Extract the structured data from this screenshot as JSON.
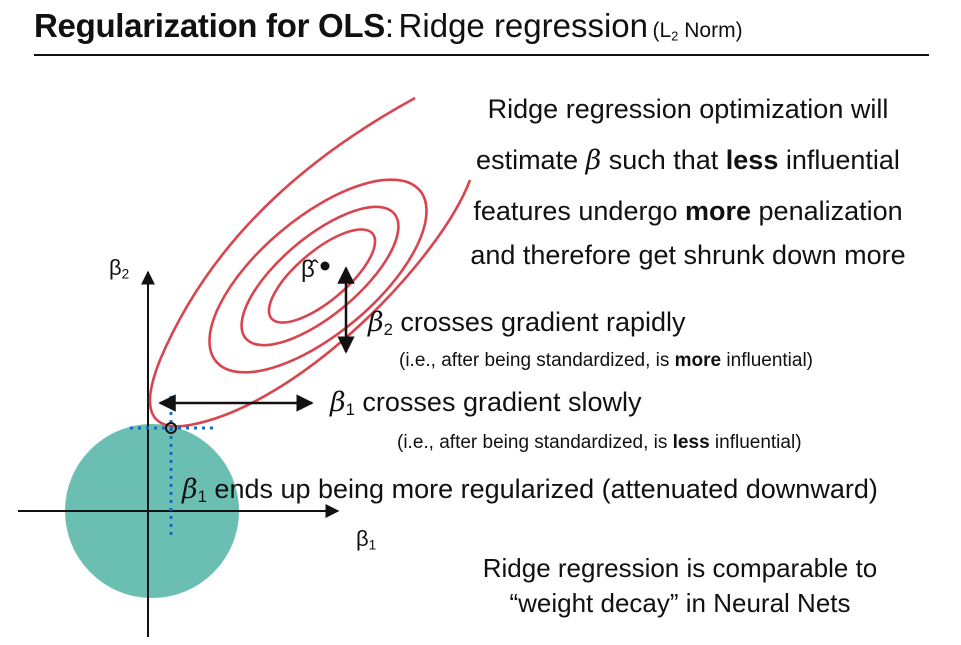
{
  "title": {
    "bold": "Regularization for OLS",
    "colon": ":",
    "rest": "Ridge regression",
    "norm_open": "(L",
    "norm_sub": "2",
    "norm_close": " Norm)"
  },
  "description": {
    "line1": "Ridge regression optimization will",
    "line2_pre": "estimate ",
    "line2_beta": "β",
    "line2_mid": " such that ",
    "line2_bold": "less",
    "line2_post": " influential",
    "line3_pre": "features undergo ",
    "line3_bold": "more",
    "line3_post": " penalization",
    "line4": "and therefore get shrunk down more"
  },
  "axes": {
    "y_label": "β",
    "y_sub": "2",
    "x_label": "β",
    "x_sub": "1",
    "beta_hat": "β̂"
  },
  "beta2_label": {
    "beta": "β",
    "sub": "2",
    "text": " crosses gradient rapidly",
    "note_pre": "(i.e., after being standardized, is ",
    "note_bold": "more",
    "note_post": " influential)"
  },
  "beta1_label": {
    "beta": "β",
    "sub": "1",
    "text": " crosses gradient slowly",
    "note_pre": "(i.e., after being standardized, is ",
    "note_bold": "less",
    "note_post": " influential)"
  },
  "conclusion": {
    "beta": "β",
    "sub": "1",
    "text": " ends up being more regularized (attenuated downward)"
  },
  "footer": {
    "line1": "Ridge regression is comparable to",
    "line2": "“weight decay” in Neural Nets"
  },
  "colors": {
    "ellipse": "#d8454f",
    "circle": "#6bbfb2",
    "dotted": "#1a6bb5",
    "axis": "#111111"
  }
}
